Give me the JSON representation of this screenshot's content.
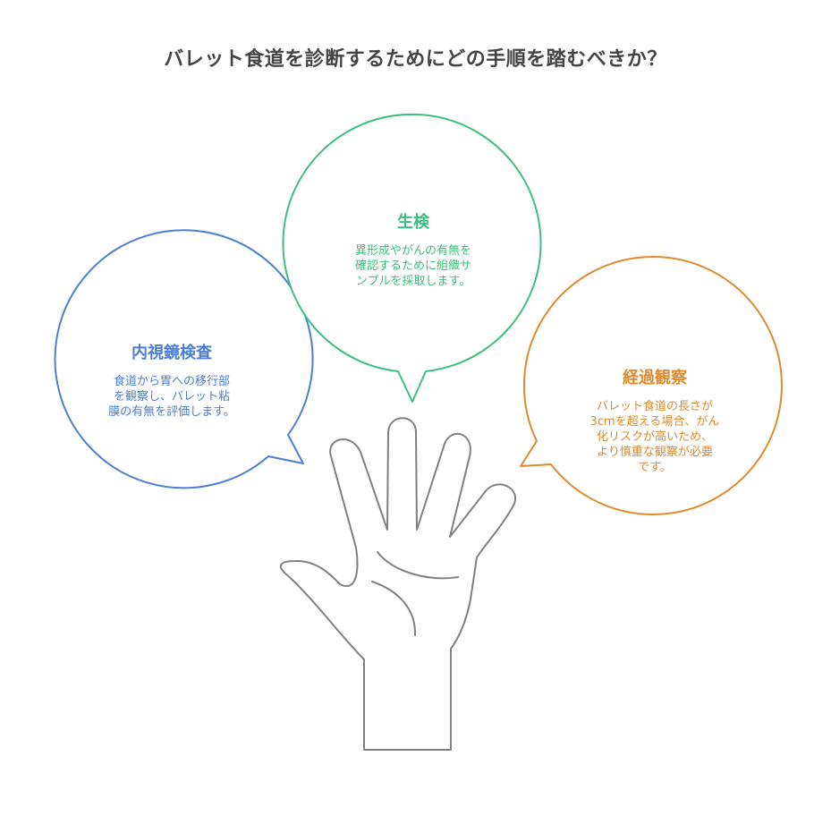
{
  "title": "バレット食道を診断するためにどの手順を踏むべきか？",
  "colors": {
    "title": "#444444",
    "endoscopy": "#4a7fd6",
    "biopsy": "#3cbf7d",
    "observation": "#e08a2c",
    "hand": "#808080"
  },
  "bubbles": {
    "endoscopy": {
      "heading": "内視鏡検査",
      "lines": [
        "食道から胃への移行部",
        "を観察し、バレット粘",
        "膜の有無を評価します。"
      ]
    },
    "biopsy": {
      "heading": "生検",
      "lines": [
        "異形成やがんの有無を",
        "確認するために組織サ",
        "ンプルを採取します。"
      ]
    },
    "observation": {
      "heading": "経過観察",
      "lines": [
        "バレット食道の長さが",
        "3cmを超える場合、がん",
        "化リスクが高いため、",
        "より慎重な観察が必要",
        "です。"
      ]
    }
  }
}
